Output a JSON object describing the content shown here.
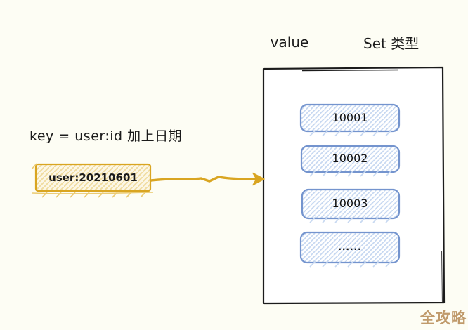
{
  "diagram": {
    "title_area": {
      "value_label": "value",
      "type_label": "Set 类型"
    },
    "key_annotation": "key = user:id 加上日期",
    "key_box_label": "user:20210601",
    "set_members": [
      "10001",
      "10002",
      "10003",
      "......"
    ],
    "watermark": "全攻略",
    "colors": {
      "background": "#FDFDF4",
      "container_fill": "#FFFFFF",
      "container_stroke": "#1B1B1B",
      "member_border_blue": "#7494CE",
      "member_hatch_blue": "#C7D8F1",
      "key_border_gold": "#D9A521",
      "key_hatch_gold": "#F0DCA0",
      "arrow_gold": "#D9A521",
      "watermark_gold": "#C09A6B"
    }
  }
}
